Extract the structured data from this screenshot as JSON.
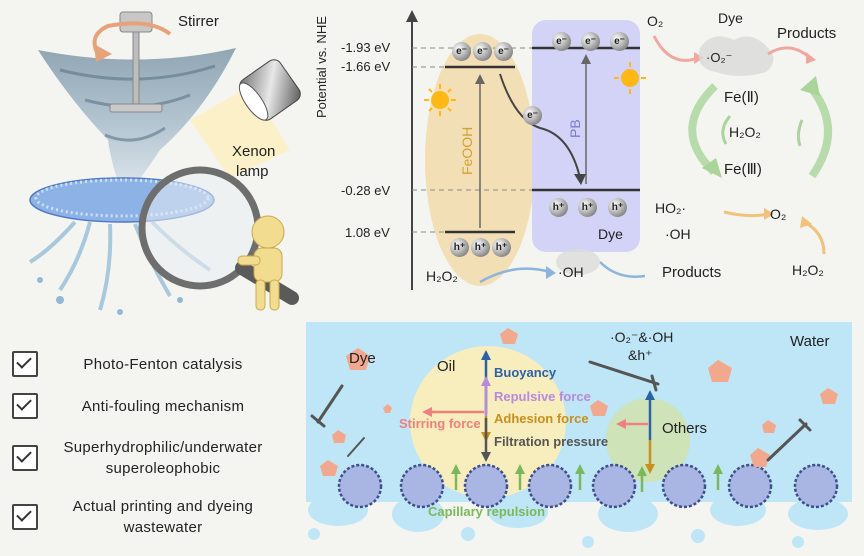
{
  "left": {
    "stirrer_label": "Stirrer",
    "lamp_label_1": "Xenon",
    "lamp_label_2": "lamp",
    "features": [
      {
        "line1": "Photo-Fenton catalysis",
        "line2": ""
      },
      {
        "line1": "Anti-fouling mechanism",
        "line2": ""
      },
      {
        "line1": "Superhydrophilic/underwater",
        "line2": "superoleophobic"
      },
      {
        "line1": "Actual printing and dyeing",
        "line2": "wastewater"
      }
    ]
  },
  "energy": {
    "axis_label": "Potential vs. NHE",
    "levels": [
      "-1.93 eV",
      "-1.66 eV",
      "-0.28 eV",
      "1.08 eV"
    ],
    "feooh": "FeOOH",
    "pb": "PB",
    "dye": "Dye",
    "electron": "e⁻",
    "hole": "h⁺",
    "h2o2": "H₂O₂",
    "oh": "·OH",
    "products": "Products"
  },
  "cycle": {
    "o2": "O₂",
    "dye": "Dye",
    "superoxide": "·O₂⁻",
    "products": "Products",
    "fe2": "Fe(Ⅱ)",
    "h2o2": "H₂O₂",
    "fe3": "Fe(Ⅲ)",
    "ho2": "HO₂·",
    "oh": "·OH",
    "o2b": "O₂",
    "h2o2b": "H₂O₂"
  },
  "bottom": {
    "water": "Water",
    "dye": "Dye",
    "oil": "Oil",
    "others": "Others",
    "radicals_1": "·O₂⁻&·OH",
    "radicals_2": "&h⁺",
    "buoyancy": "Buoyancy",
    "repulsive": "Repulsive force",
    "adhesion": "Adhesion force",
    "filtration": "Filtration pressure",
    "stirring": "Stirring force",
    "capillary": "Capillary repulsion"
  },
  "colors": {
    "feooh": "#f3dfb6",
    "pb": "#d2d3f7",
    "water": "#bfe6f6",
    "oil": "#fbedb8",
    "others": "#cfe3b4",
    "dye_particle": "#f2a88c",
    "buoyancy": "#2b62a8",
    "repulsive": "#b78ae0",
    "adhesion": "#c9901e",
    "filtration": "#555555",
    "stirring": "#f08080",
    "capillary": "#7bb85a"
  }
}
